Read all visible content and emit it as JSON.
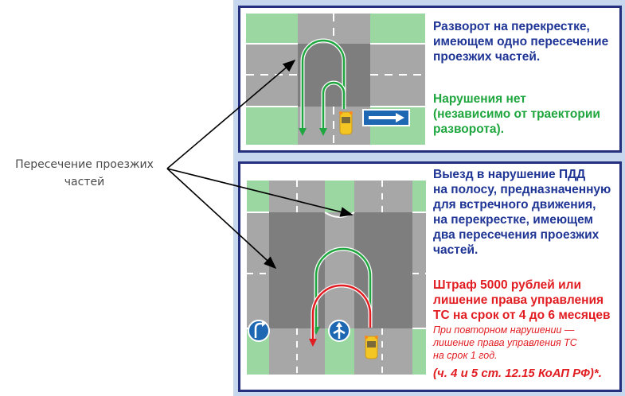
{
  "side_label": {
    "line1": "Пересечение проезжих",
    "line2": "частей"
  },
  "top_panel": {
    "heading": [
      "Разворот на перекрестке,",
      "имеющем одно пересечение",
      "проезжих частей."
    ],
    "status": [
      "Нарушения нет",
      "(независимо от траектории",
      "разворота)."
    ]
  },
  "bottom_panel": {
    "heading": [
      "Выезд в нарушение ПДД",
      "на полосу, предназначенную",
      "для встречного движения,",
      "на перекрестке, имеющем",
      "два пересечения проезжих",
      "частей."
    ],
    "penalty": [
      "Штраф 5000 рублей или",
      "лишение права управления",
      "ТС на срок от 4 до 6 месяцев"
    ],
    "repeat_note": [
      "При повторном нарушении —",
      "лишение права управления ТС",
      "на срок 1 год."
    ],
    "law_ref": "(ч. 4 и 5 ст. 12.15 КоАП РФ)*."
  },
  "colors": {
    "navy": "#1f3595",
    "green": "#1fa63e",
    "red": "#e11d22",
    "road": "#a7a7a7",
    "intersection": "#7e7e7e",
    "grass": "#9bd7a1",
    "sign": "#1e68b3"
  }
}
